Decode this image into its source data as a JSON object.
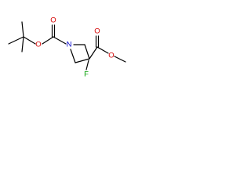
{
  "molecule": {
    "atoms": {
      "o_ester_left": {
        "label": "O",
        "color": "#d40000"
      },
      "o_carbonyl_left": {
        "label": "O",
        "color": "#d40000"
      },
      "n_ring": {
        "label": "N",
        "color": "#0000cc"
      },
      "f_sub": {
        "label": "F",
        "color": "#00a000"
      },
      "o_carbonyl_right": {
        "label": "O",
        "color": "#d40000"
      },
      "o_ester_right": {
        "label": "O",
        "color": "#d40000"
      }
    }
  }
}
